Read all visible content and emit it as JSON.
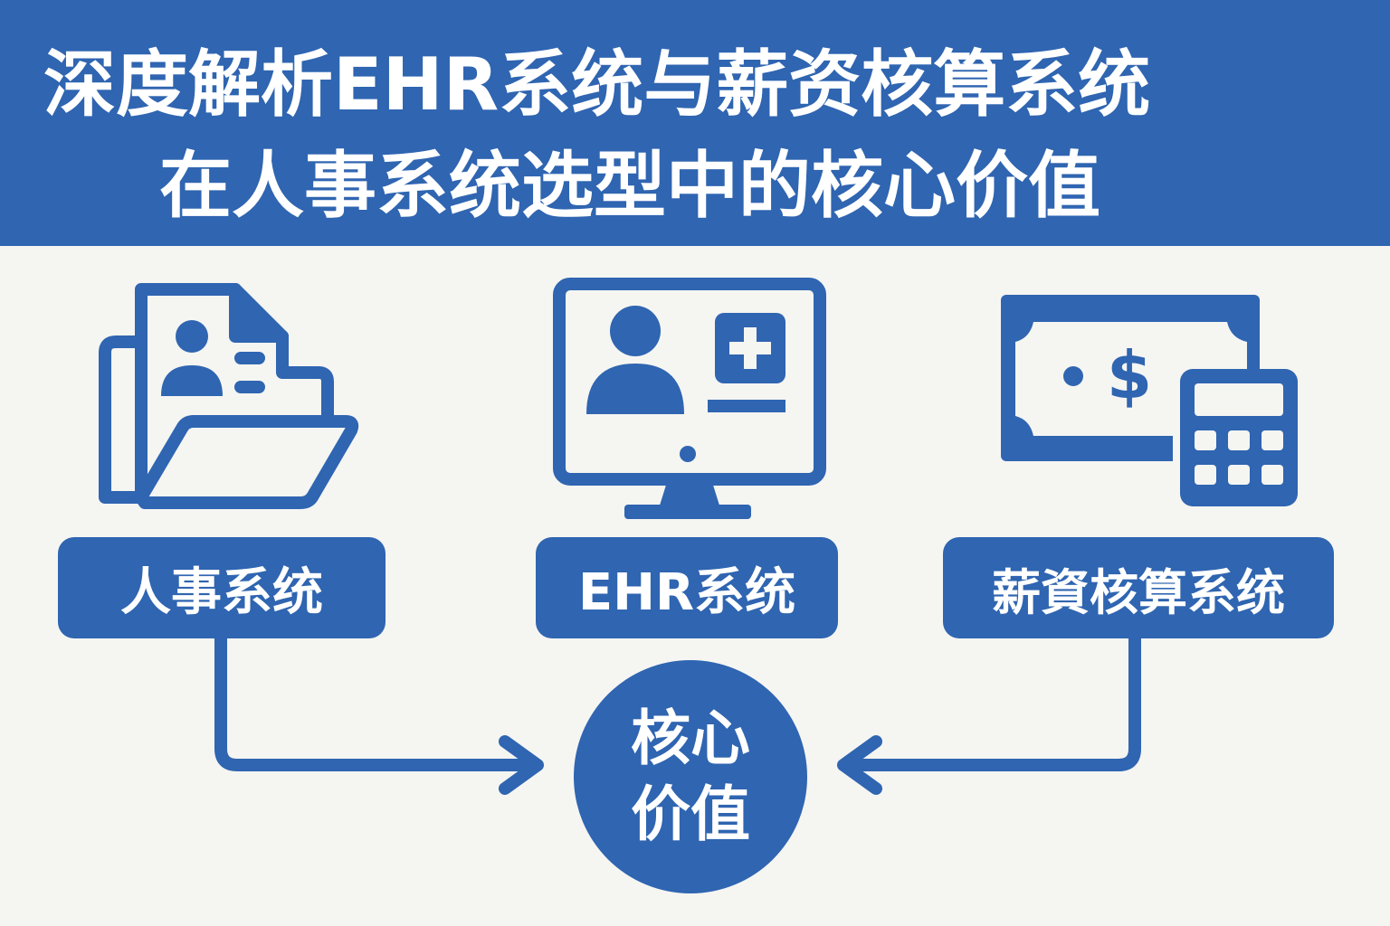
{
  "title": {
    "line1": "深度解析EHR系统与薪资核算系统",
    "line2": "在人事系统选型中的核心价值"
  },
  "nodes": [
    {
      "label": "人事系统",
      "icon": "folder-document-icon"
    },
    {
      "label": "EHR系统",
      "icon": "monitor-profile-icon"
    },
    {
      "label": "薪資核算系统",
      "icon": "money-calculator-icon"
    }
  ],
  "core": {
    "line1": "核心",
    "line2": "价值"
  },
  "colors": {
    "primary": "#2f65b1",
    "background": "#f5f5f2",
    "text_on_primary": "#ffffff"
  }
}
